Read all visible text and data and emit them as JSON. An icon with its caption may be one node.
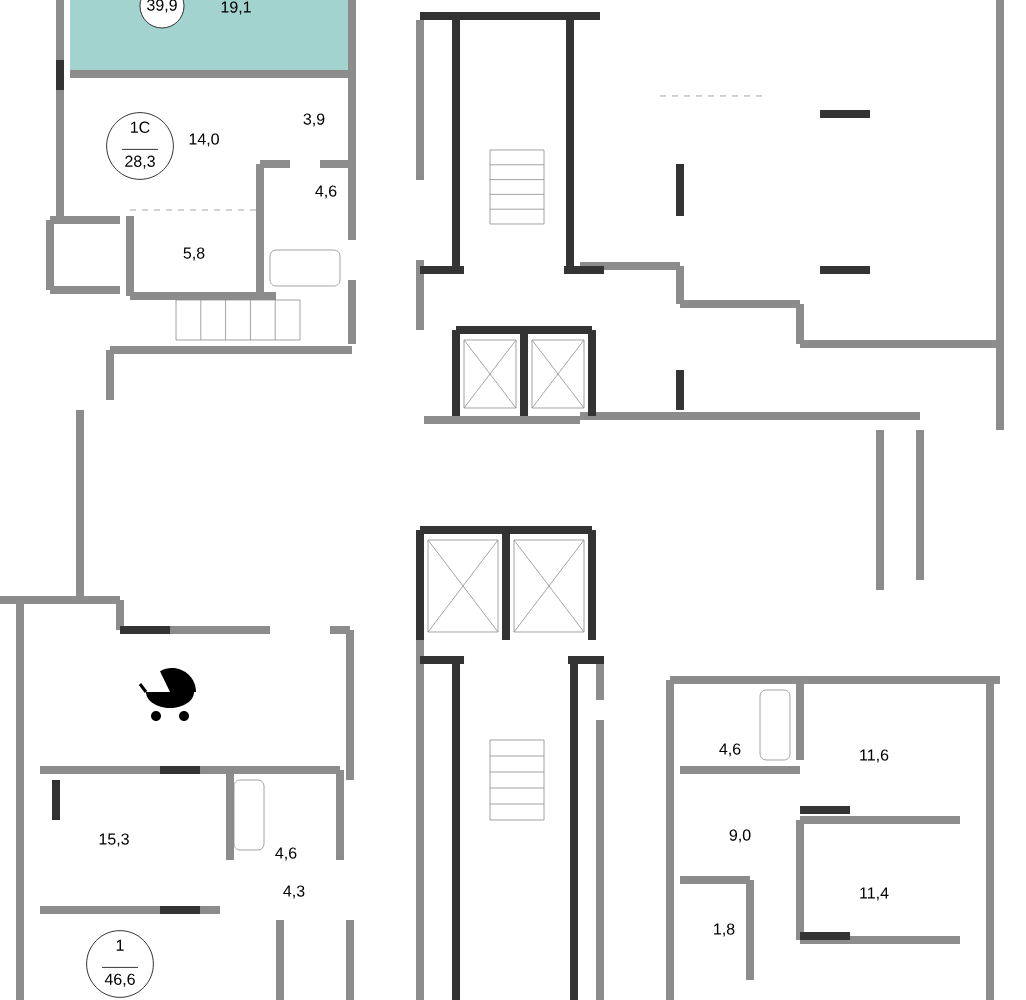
{
  "diagram": {
    "nodes": [
      {
        "text": [
          "39,9"
        ]
      },
      {
        "text": [
          "1C",
          "28,3"
        ]
      },
      {
        "text": [
          "1",
          "46,6"
        ]
      }
    ],
    "labels": [
      "19,1",
      "14,0",
      "3,9",
      "4,6",
      "5,8",
      "15,3",
      "4,6",
      "4,3",
      "4,6",
      "11,6",
      "9,0",
      "11,4",
      "1,8"
    ]
  }
}
